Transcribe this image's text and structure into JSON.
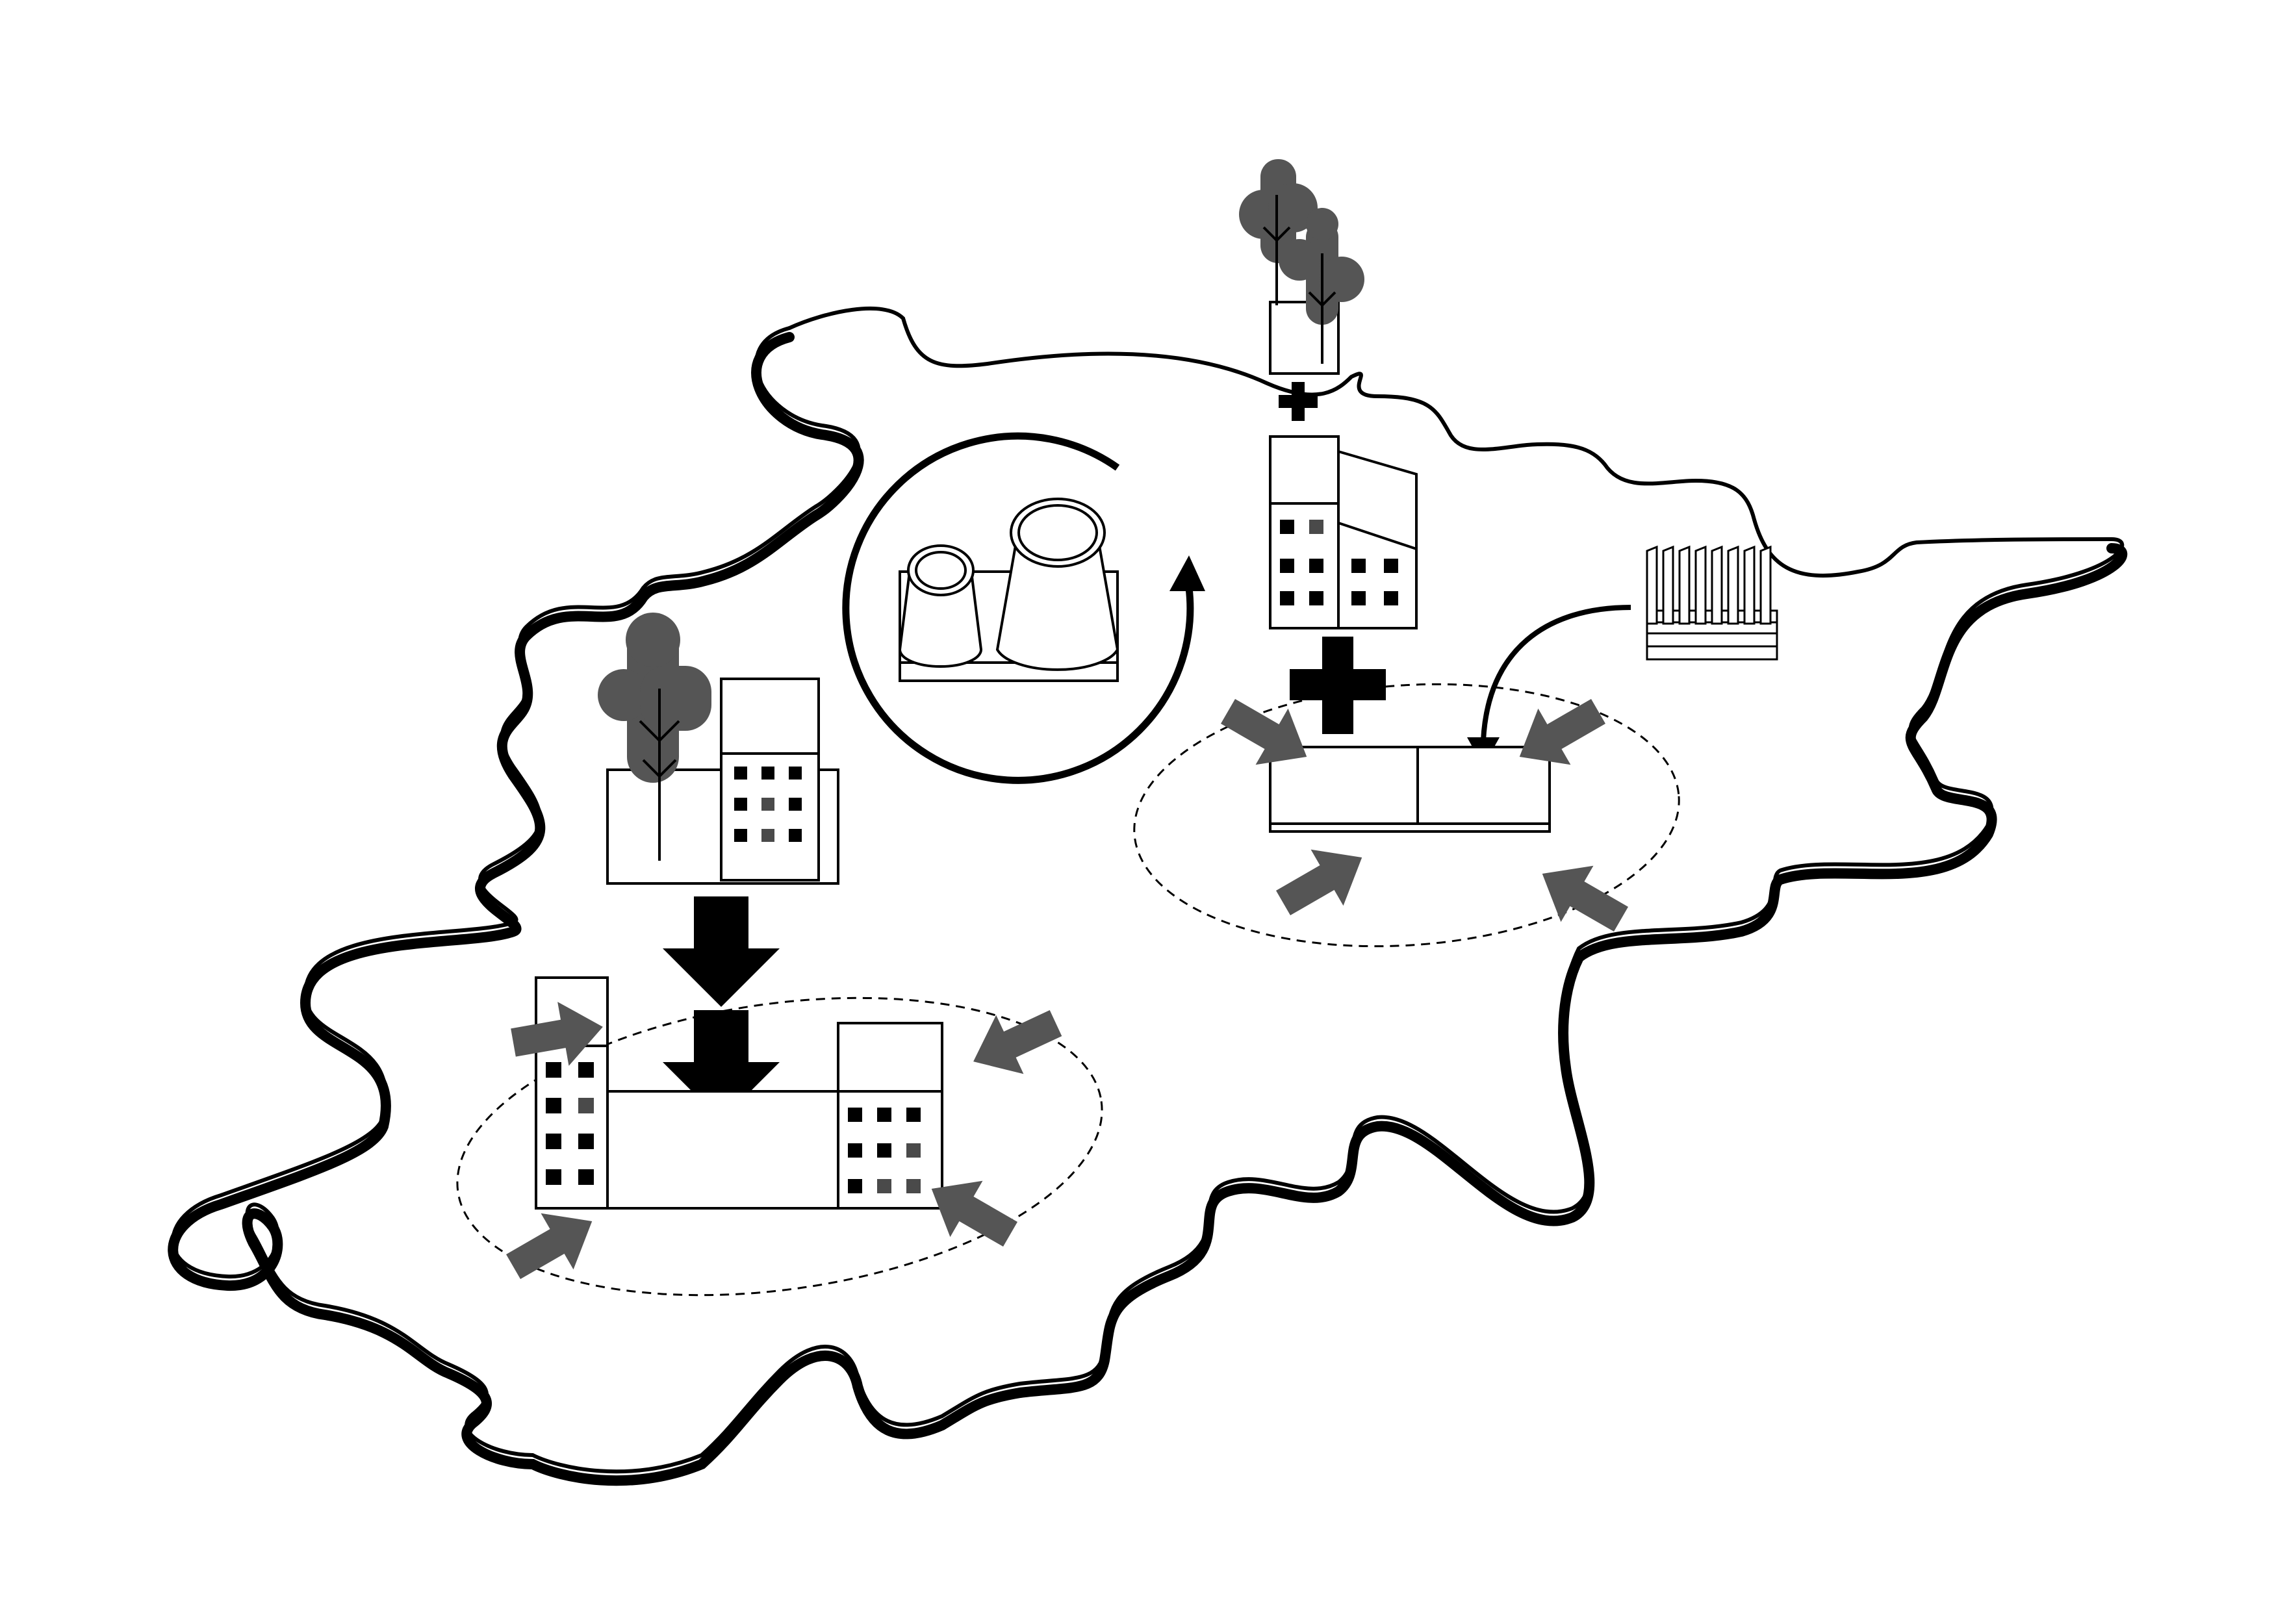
{
  "diagram": {
    "type": "urban-regeneration-concept-diagram",
    "colors": {
      "outline": "#000000",
      "fill_gray": "#555555",
      "window_gray": "#4a4a4a",
      "background": "#ffffff"
    },
    "icons": [
      "territory-boundary",
      "tree-icon",
      "apartment-building-icon",
      "down-arrow-icon",
      "dashed-zone-outline",
      "gray-arrow-icon",
      "industrial-plant-icon",
      "circular-arrow-icon",
      "plus-icon",
      "container-stack-icon",
      "curved-arrow-icon",
      "low-building-icon"
    ]
  }
}
